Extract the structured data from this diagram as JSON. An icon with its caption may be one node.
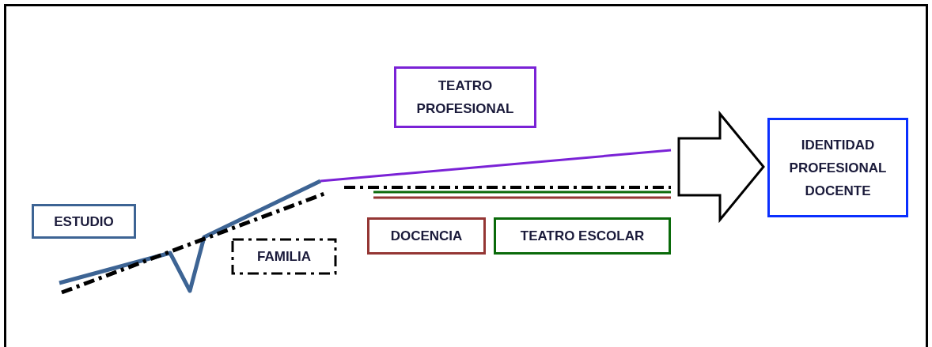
{
  "diagram": {
    "nodes": [
      {
        "text": [
          "TEATRO PROFESIONAL"
        ]
      },
      {
        "text": [
          "IDENTIDAD PROFESIONAL DOCENTE"
        ]
      },
      {
        "text": [
          "ESTUDIO"
        ]
      },
      {
        "text": [
          "FAMILIA"
        ]
      },
      {
        "text": [
          "DOCENCIA"
        ]
      },
      {
        "text": [
          "TEATRO ESCOLAR"
        ]
      }
    ],
    "edges": [
      {
        "from": null,
        "to": 1,
        "arrow": "to",
        "style": "thick"
      }
    ]
  }
}
